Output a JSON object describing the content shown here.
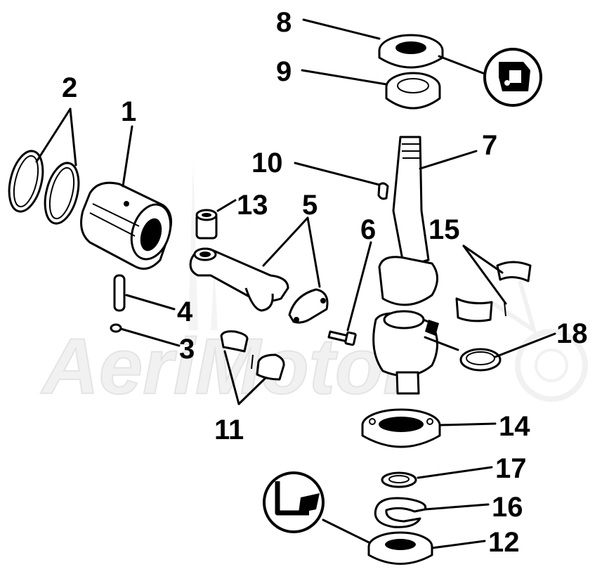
{
  "watermark": {
    "text": "AeriMotor"
  },
  "callouts": [
    {
      "id": "1",
      "label": "1"
    },
    {
      "id": "2",
      "label": "2"
    },
    {
      "id": "3",
      "label": "3"
    },
    {
      "id": "4",
      "label": "4"
    },
    {
      "id": "5",
      "label": "5"
    },
    {
      "id": "6",
      "label": "6"
    },
    {
      "id": "7",
      "label": "7"
    },
    {
      "id": "8",
      "label": "8"
    },
    {
      "id": "9",
      "label": "9"
    },
    {
      "id": "10",
      "label": "10"
    },
    {
      "id": "11",
      "label": "11"
    },
    {
      "id": "12",
      "label": "12"
    },
    {
      "id": "13",
      "label": "13"
    },
    {
      "id": "14",
      "label": "14"
    },
    {
      "id": "15",
      "label": "15"
    },
    {
      "id": "16",
      "label": "16"
    },
    {
      "id": "17",
      "label": "17"
    },
    {
      "id": "18",
      "label": "18"
    }
  ],
  "icons": {
    "sealant_top": "sealant-icon",
    "sealant_bottom": "sealant-icon"
  }
}
